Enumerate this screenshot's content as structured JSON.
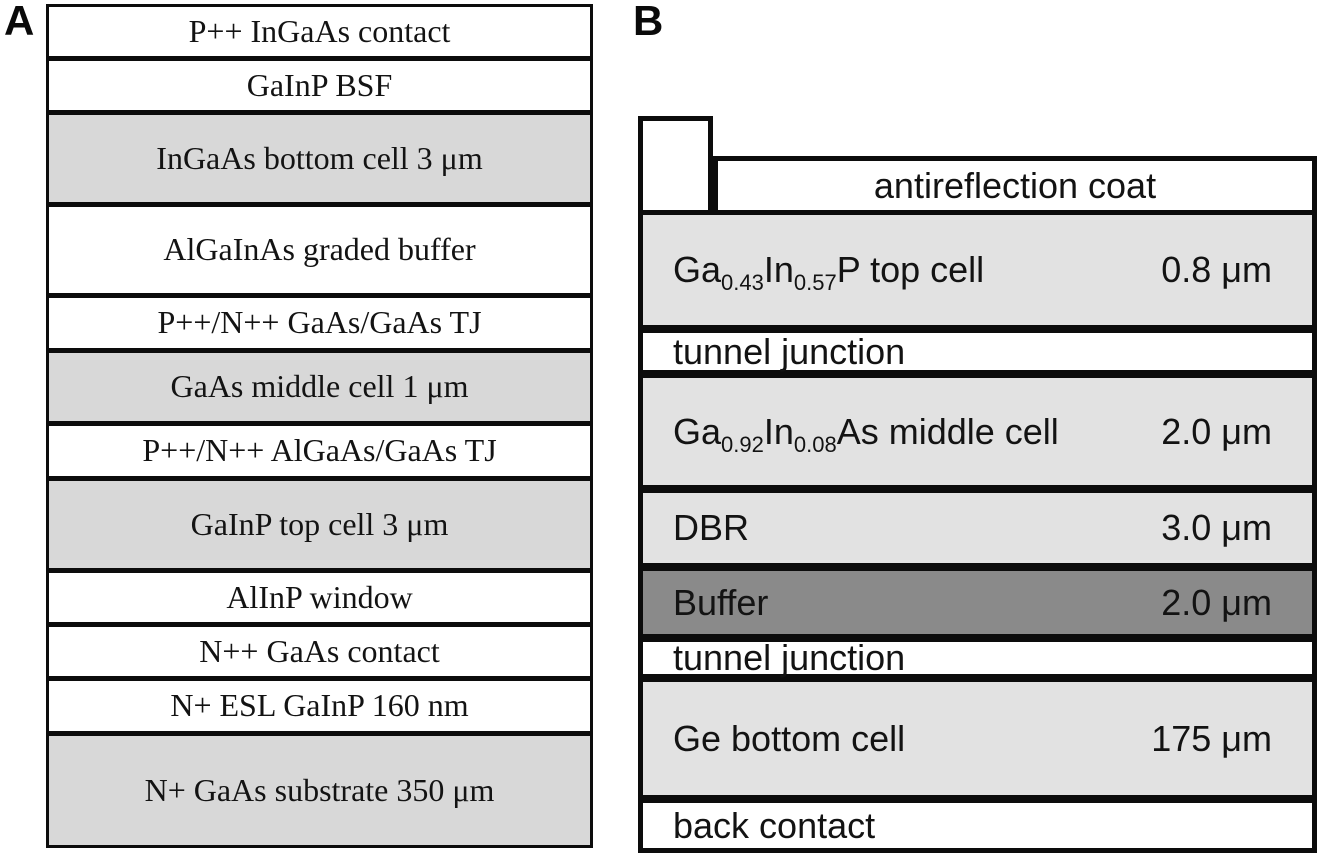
{
  "meta": {
    "figure_kind": "multijunction solar cell layer-stack diagram",
    "panel_a_label": "A",
    "panel_b_label": "B"
  },
  "colors": {
    "background": "#ffffff",
    "border": "#0c0c0c",
    "text": "#131313",
    "fills": {
      "white": "#ffffff",
      "gray": "#d8d8d8",
      "light": "#e2e2e2",
      "dark": "#8a8a8a"
    }
  },
  "panel_a": {
    "label": "A",
    "layers": [
      {
        "text": "P++ InGaAs contact",
        "fill": "white",
        "h": 54
      },
      {
        "text": "GaInP BSF",
        "fill": "white",
        "h": 54
      },
      {
        "text": "InGaAs bottom cell 3 μm",
        "fill": "gray",
        "h": 92
      },
      {
        "text": "AlGaInAs graded buffer",
        "fill": "white",
        "h": 91
      },
      {
        "text": "P++/N++ GaAs/GaAs TJ",
        "fill": "white",
        "h": 55
      },
      {
        "text": "GaAs middle cell 1 μm",
        "fill": "gray",
        "h": 73
      },
      {
        "text": "P++/N++ AlGaAs/GaAs TJ",
        "fill": "white",
        "h": 55
      },
      {
        "text": "GaInP top cell 3 μm",
        "fill": "gray",
        "h": 92
      },
      {
        "text": "AlInP window",
        "fill": "white",
        "h": 54
      },
      {
        "text": "N++ GaAs contact",
        "fill": "white",
        "h": 54
      },
      {
        "text": "N+ ESL GaInP 160 nm",
        "fill": "white",
        "h": 55
      },
      {
        "text": "N+ GaAs substrate 350 μm",
        "fill": "gray",
        "h": 109
      }
    ]
  },
  "panel_b": {
    "label": "B",
    "antireflection_coat": {
      "text": "antireflection coat"
    },
    "layers": [
      {
        "parts": [
          {
            "t": "Ga"
          },
          {
            "t": "0.43",
            "sub": true
          },
          {
            "t": "In"
          },
          {
            "t": "0.57",
            "sub": true
          },
          {
            "t": "P top cell"
          }
        ],
        "thickness": "0.8 μm",
        "fill": "light",
        "h": 118
      },
      {
        "parts": [
          {
            "t": "tunnel junction"
          }
        ],
        "thickness": "",
        "fill": "white",
        "h": 45
      },
      {
        "parts": [
          {
            "t": "Ga"
          },
          {
            "t": "0.92",
            "sub": true
          },
          {
            "t": "In"
          },
          {
            "t": "0.08",
            "sub": true
          },
          {
            "t": "As middle cell"
          }
        ],
        "thickness": "2.0 μm",
        "fill": "light",
        "h": 115
      },
      {
        "parts": [
          {
            "t": "DBR"
          }
        ],
        "thickness": "3.0 μm",
        "fill": "light",
        "h": 78
      },
      {
        "parts": [
          {
            "t": "Buffer"
          }
        ],
        "thickness": "2.0 μm",
        "fill": "dark",
        "h": 71
      },
      {
        "parts": [
          {
            "t": "tunnel junction"
          }
        ],
        "thickness": "",
        "fill": "white",
        "h": 40
      },
      {
        "parts": [
          {
            "t": "Ge bottom cell"
          }
        ],
        "thickness": "175 μm",
        "fill": "light",
        "h": 121
      },
      {
        "parts": [
          {
            "t": "back contact"
          }
        ],
        "thickness": "",
        "fill": "white",
        "h": 45
      }
    ]
  }
}
